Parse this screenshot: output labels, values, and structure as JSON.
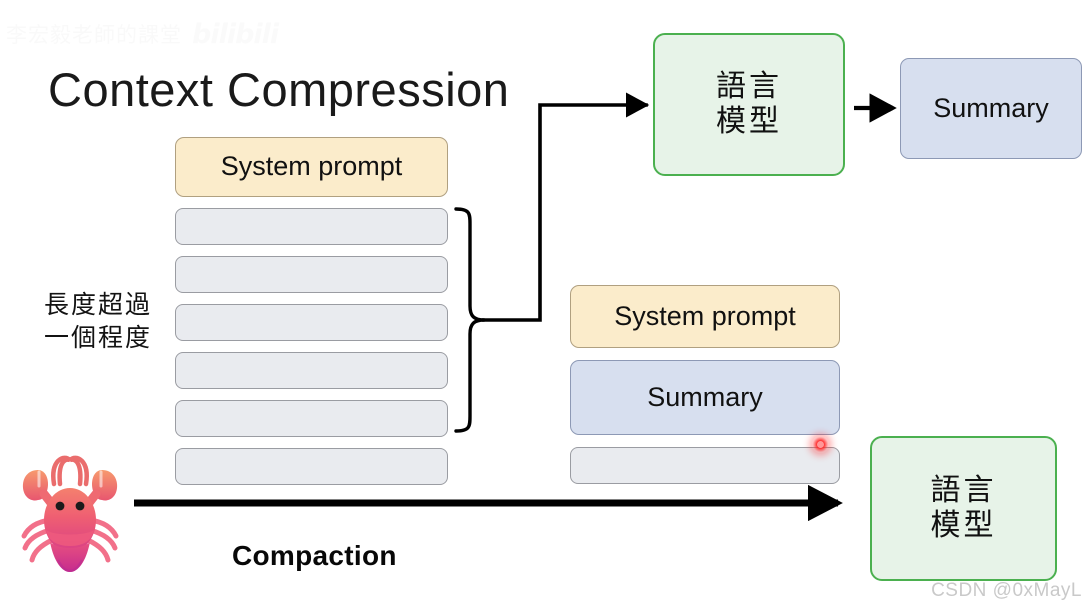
{
  "slide": {
    "title": "Context Compression",
    "background": "#ffffff"
  },
  "watermarks": {
    "top_cn": "李宏毅老師的課堂",
    "top_brand": "bilibili",
    "bottom_right": "CSDN @0xMayL"
  },
  "colors": {
    "yellow_fill": "#fbeccb",
    "yellow_border": "#b0a080",
    "blue_fill": "#d7dfef",
    "blue_border": "#8d99b5",
    "gray_fill": "#e9ebef",
    "gray_border": "#9a9ca2",
    "green_fill": "#e7f3e8",
    "green_border": "#4bb04f",
    "arrow": "#000000",
    "laser": "#ff1a1a"
  },
  "left_column": {
    "system_prompt_label": "System prompt",
    "message_rows": [
      "",
      "",
      "",
      "",
      "",
      ""
    ],
    "row_count": 6,
    "brace_covers_rows": 5
  },
  "caption": {
    "line1": "長度超過",
    "line2": "一個程度"
  },
  "top_flow": {
    "model_box": {
      "line1": "語言",
      "line2": "模型"
    },
    "summary_box": "Summary"
  },
  "mid_column": {
    "system_prompt_label": "System prompt",
    "summary_label": "Summary",
    "empty_row": ""
  },
  "bottom_flow": {
    "arrow_label": "Compaction",
    "model_box": {
      "line1": "語言",
      "line2": "模型"
    }
  },
  "decor": {
    "lobster_icon": "lobster-emoji",
    "laser_pointer": "laser-dot"
  }
}
